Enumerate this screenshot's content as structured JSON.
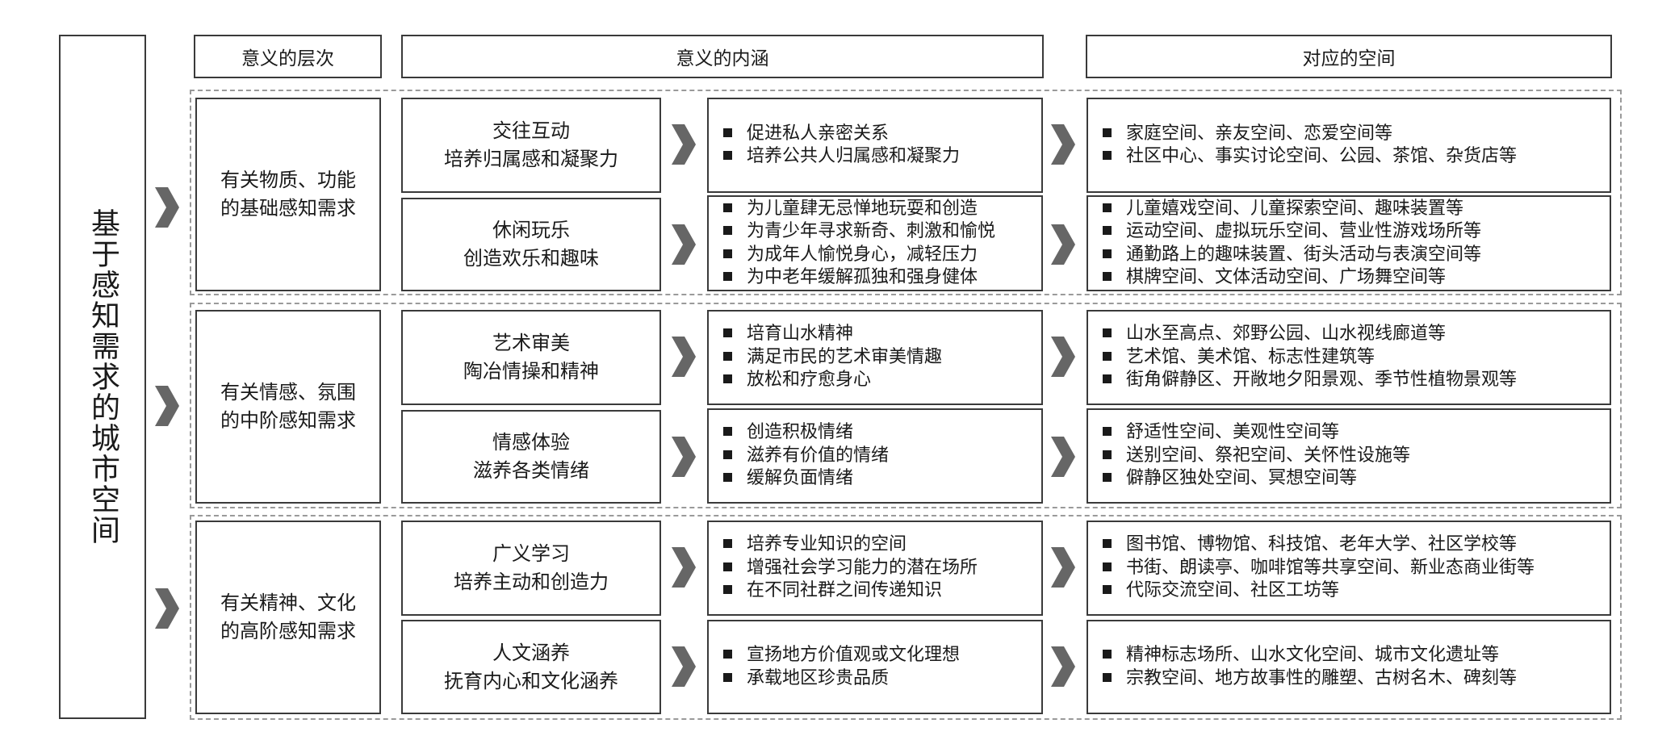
{
  "title": "基于感知需求的城市空间",
  "headers": {
    "level": "意义的层次",
    "connotation": "意义的内涵",
    "space": "对应的空间"
  },
  "levels": [
    {
      "label": "有关物质、功能\n的基础感知需求",
      "items": [
        {
          "name": "交往互动\n培养归属感和凝聚力",
          "meanings": [
            "促进私人亲密关系",
            "培养公共人归属感和凝聚力"
          ],
          "spaces": [
            "家庭空间、亲友空间、恋爱空间等",
            "社区中心、事实讨论空间、公园、茶馆、杂货店等"
          ]
        },
        {
          "name": "休闲玩乐\n创造欢乐和趣味",
          "meanings": [
            "为儿童肆无忌惮地玩耍和创造",
            "为青少年寻求新奇、刺激和愉悦",
            "为成年人愉悦身心，减轻压力",
            "为中老年缓解孤独和强身健体"
          ],
          "spaces": [
            "儿童嬉戏空间、儿童探索空间、趣味装置等",
            "运动空间、虚拟玩乐空间、营业性游戏场所等",
            "通勤路上的趣味装置、街头活动与表演空间等",
            "棋牌空间、文体活动空间、广场舞空间等"
          ]
        }
      ]
    },
    {
      "label": "有关情感、氛围\n的中阶感知需求",
      "items": [
        {
          "name": "艺术审美\n陶冶情操和精神",
          "meanings": [
            "培育山水精神",
            "满足市民的艺术审美情趣",
            "放松和疗愈身心"
          ],
          "spaces": [
            "山水至高点、郊野公园、山水视线廊道等",
            "艺术馆、美术馆、标志性建筑等",
            "街角僻静区、开敞地夕阳景观、季节性植物景观等"
          ]
        },
        {
          "name": "情感体验\n滋养各类情绪",
          "meanings": [
            "创造积极情绪",
            "滋养有价值的情绪",
            "缓解负面情绪"
          ],
          "spaces": [
            "舒适性空间、美观性空间等",
            "送别空间、祭祀空间、关怀性设施等",
            "僻静区独处空间、冥想空间等"
          ]
        }
      ]
    },
    {
      "label": "有关精神、文化\n的高阶感知需求",
      "items": [
        {
          "name": "广义学习\n培养主动和创造力",
          "meanings": [
            "培养专业知识的空间",
            "增强社会学习能力的潜在场所",
            "在不同社群之间传递知识"
          ],
          "spaces": [
            "图书馆、博物馆、科技馆、老年大学、社区学校等",
            "书街、朗读亭、咖啡馆等共享空间、新业态商业街等",
            "代际交流空间、社区工坊等"
          ]
        },
        {
          "name": "人文涵养\n抚育内心和文化涵养",
          "meanings": [
            "宣扬地方价值观或文化理想",
            "承载地区珍贵品质"
          ],
          "spaces": [
            "精神标志场所、山水文化空间、城市文化遗址等",
            "宗教空间、地方故事性的雕塑、古树名木、碑刻等"
          ]
        }
      ]
    }
  ],
  "colors": {
    "border": "#3a3a3a",
    "dashed": "#9a9a9a",
    "arrow": "#666666",
    "text": "#1a1a1a"
  },
  "icons": {
    "arrow": "chevron-right-icon",
    "bullet": "square-bullet-icon"
  }
}
